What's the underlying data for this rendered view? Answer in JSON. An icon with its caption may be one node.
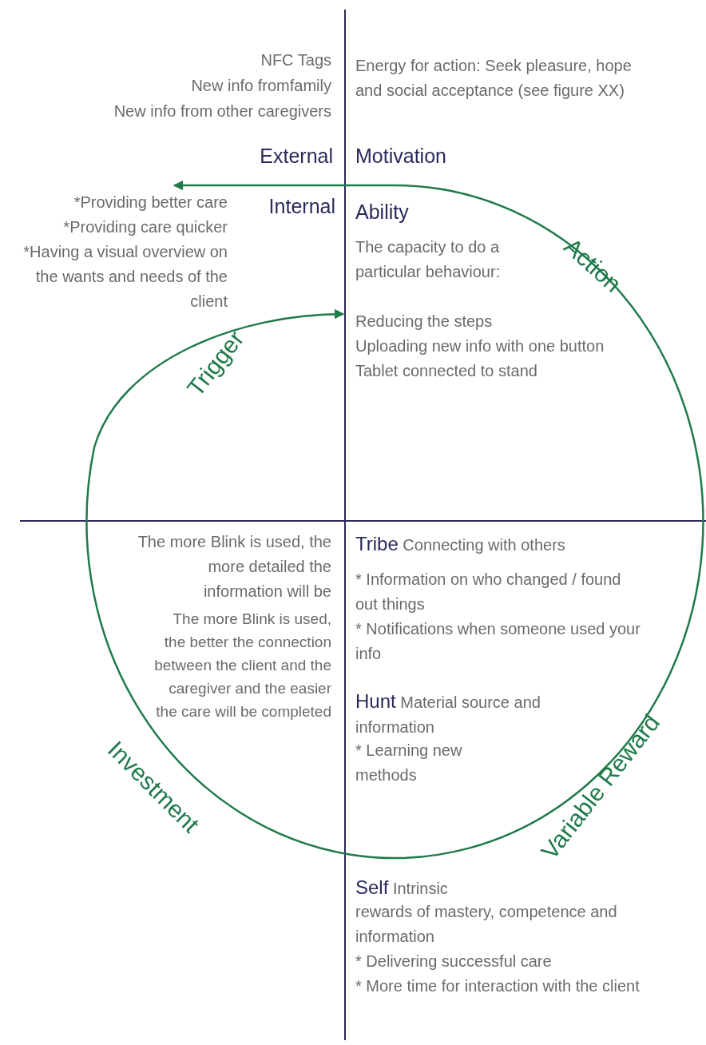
{
  "diagram": {
    "nodes": [
      {
        "text": [
          "*Providing better care",
          "*Providing care quicker",
          "*Having a visual overview on the wants and needs of the  client"
        ]
      },
      {
        "text": [
          "Ability",
          "The capacity to do a particular behaviour:",
          "Reducing the steps",
          "Uploading new info with one button",
          "Tablet connected to stand"
        ]
      }
    ],
    "edges": [
      {
        "from": null,
        "to": 0,
        "arrow": "to"
      },
      {
        "from": null,
        "to": 1,
        "arrow": "to",
        "label": "Trigger"
      }
    ],
    "labels": [
      "NFC Tags",
      "New info fromfamily",
      "New info from other caregivers",
      "External",
      "Energy for action: Seek pleasure, hope and social acceptance (see figure XX)",
      "Motivation",
      "Internal",
      "Action",
      "The more Blink is used, the more detailed the information will be",
      "The more Blink is used, the better the connection between the client and the caregiver and the easier the care will be completed",
      "**Tribe** Connecting with others",
      "* Information on who changed / found out things",
      "* Notifications when someone used your info",
      "**Hunt** Material source and information",
      "* Learning new methods",
      "Investment",
      "Variable Reward",
      "**Self** Intrinsic",
      "rewards of mastery, competence and information",
      "* Delivering successful care",
      "* More time for interaction with the client"
    ]
  }
}
